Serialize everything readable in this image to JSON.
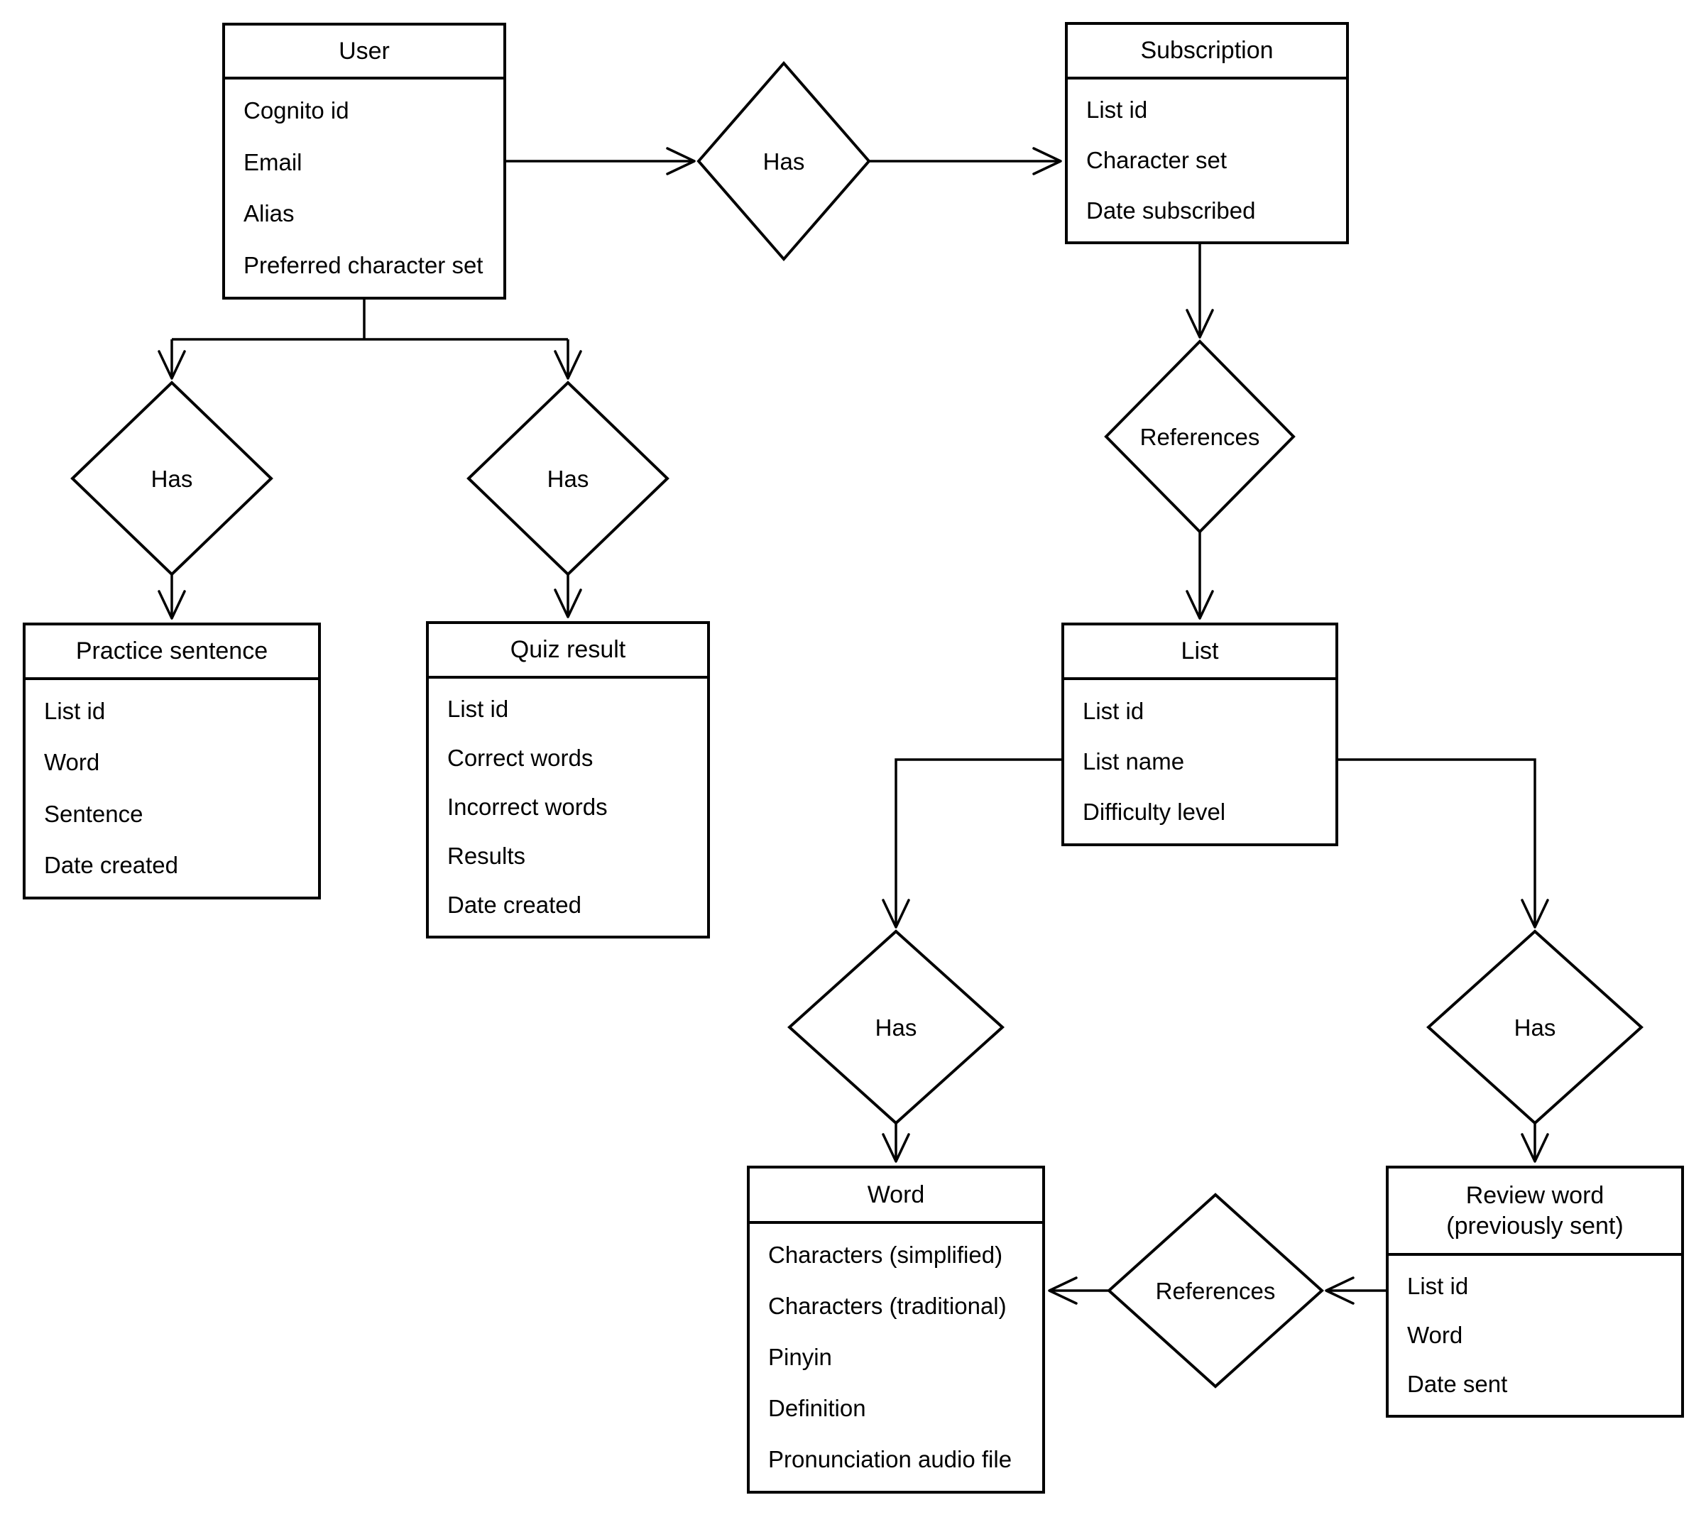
{
  "entities": {
    "user": {
      "title": "User",
      "attributes": [
        "Cognito id",
        "Email",
        "Alias",
        "Preferred character set"
      ]
    },
    "subscription": {
      "title": "Subscription",
      "attributes": [
        "List id",
        "Character set",
        "Date subscribed"
      ]
    },
    "practice_sentence": {
      "title": "Practice sentence",
      "attributes": [
        "List id",
        "Word",
        "Sentence",
        "Date created"
      ]
    },
    "quiz_result": {
      "title": "Quiz result",
      "attributes": [
        "List id",
        "Correct words",
        "Incorrect words",
        "Results",
        "Date created"
      ]
    },
    "list": {
      "title": "List",
      "attributes": [
        "List id",
        "List name",
        "Difficulty level"
      ]
    },
    "word": {
      "title": "Word",
      "attributes": [
        "Characters (simplified)",
        "Characters (traditional)",
        "Pinyin",
        "Definition",
        "Pronunciation audio file"
      ]
    },
    "review_word": {
      "title_line1": "Review word",
      "title_line2": "(previously sent)",
      "attributes": [
        "List id",
        "Word",
        "Date sent"
      ]
    }
  },
  "relationships": {
    "user_subscription": {
      "label": "Has"
    },
    "user_practice": {
      "label": "Has"
    },
    "user_quiz": {
      "label": "Has"
    },
    "subscription_list": {
      "label": "References"
    },
    "list_word": {
      "label": "Has"
    },
    "list_review": {
      "label": "Has"
    },
    "review_references_word": {
      "label": "References"
    }
  },
  "colors": {
    "stroke": "#000000",
    "background": "#ffffff"
  }
}
